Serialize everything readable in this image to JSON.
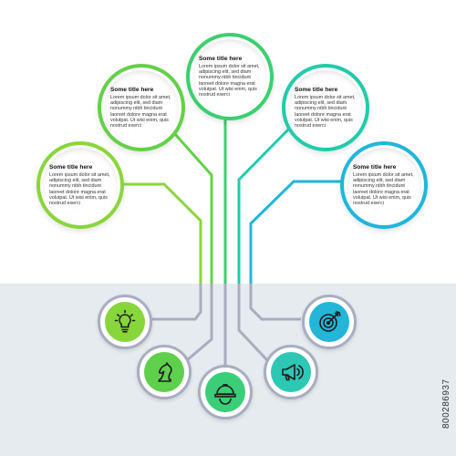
{
  "colors": {
    "panel_bottom": "#e6ebef",
    "connector_gray": "#a9adbf",
    "gradient_start": "#7bd33a",
    "gradient_end": "#1fb6dc"
  },
  "bubbles": [
    {
      "title": "Some title here",
      "body": "Lorem ipsum dolor sit amet, adipiscing elit, sed diam nonummy nibh tincidunt laoreet dolore magna erat volutpat. Ut wisi enim, quis nostrud exerci",
      "color": "#8ad63a"
    },
    {
      "title": "Some title here",
      "body": "Lorem ipsum dolor sit amet, adipiscing elit, sed diam nonummy nibh tincidunt laoreet dolore magna erat volutpat. Ut wisi enim, quis nostrud exerci",
      "color": "#64d04a"
    },
    {
      "title": "Some title here",
      "body": "Lorem ipsum dolor sit amet, adipiscing elit, sed diam nonummy nibh tincidunt laoreet dolore magna erat volutpat. Ut wisi enim, quis nostrud exerci",
      "color": "#3ccf6f"
    },
    {
      "title": "Some title here",
      "body": "Lorem ipsum dolor sit amet, adipiscing elit, sed diam nonummy nibh tincidunt laoreet dolore magna erat volutpat. Ut wisi enim, quis nostrud exerci",
      "color": "#22cbaa"
    },
    {
      "title": "Some title here",
      "body": "Lorem ipsum dolor sit amet, adipiscing elit, sed diam nonummy nibh tincidunt laoreet dolore magna erat volutpat. Ut wisi enim, quis nostrud exerci",
      "color": "#1fb6dc"
    }
  ],
  "icons": [
    {
      "name": "lightbulb-icon",
      "color": "#86d63c"
    },
    {
      "name": "chess-knight-icon",
      "color": "#5fd04c"
    },
    {
      "name": "hard-hat-icon",
      "color": "#3bce78"
    },
    {
      "name": "megaphone-icon",
      "color": "#2cc8b4"
    },
    {
      "name": "target-icon",
      "color": "#23b6d8"
    }
  ],
  "stock_id": "800286937"
}
